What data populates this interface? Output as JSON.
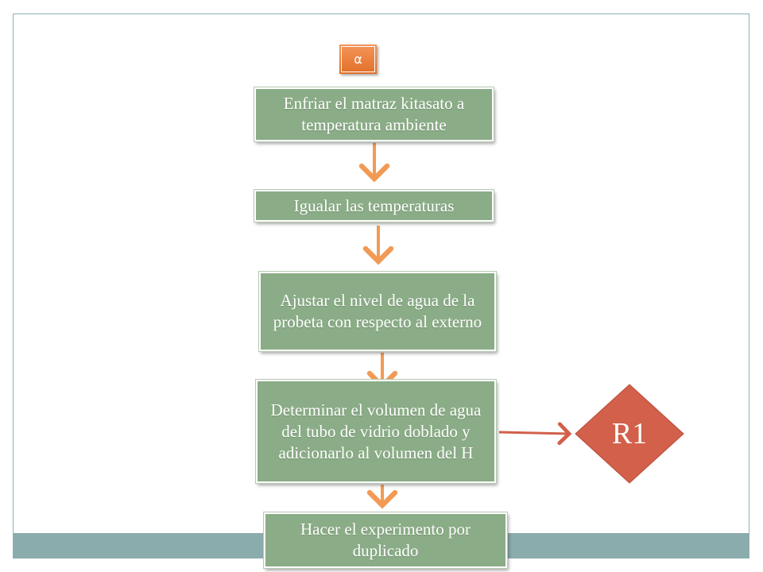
{
  "badge": {
    "label": "α"
  },
  "steps": [
    {
      "text": "Enfriar el matraz kitasato a temperatura ambiente"
    },
    {
      "text": "Igualar las temperaturas"
    },
    {
      "text": "Ajustar el nivel de agua de la probeta con respecto al externo"
    },
    {
      "text": "Determinar el volumen de agua del tubo de vidrio doblado y adicionarlo al volumen del H"
    },
    {
      "text": "Hacer el experimento por duplicado"
    }
  ],
  "result": {
    "label": "R1"
  },
  "colors": {
    "box": "#8aac86",
    "arrow": "#f29a55",
    "diamond": "#d2604a",
    "badge": "#ee7f3a",
    "footer_band": "#8aacac"
  }
}
